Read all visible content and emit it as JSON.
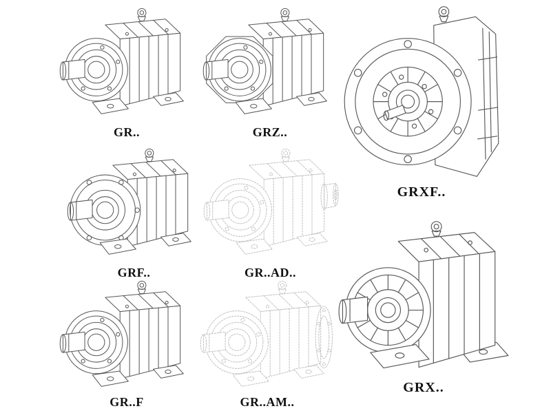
{
  "figures": {
    "gr": {
      "label": "GR..",
      "style": "solid",
      "drawing": "helical-gearmotor-foot-mounted-iso"
    },
    "grz": {
      "label": "GRZ..",
      "style": "solid",
      "drawing": "helical-gearmotor-octagon-flange-iso"
    },
    "grxf": {
      "label": "GRXF..",
      "style": "solid",
      "drawing": "helical-gearmotor-front-flange-view"
    },
    "grf": {
      "label": "GRF..",
      "style": "solid",
      "drawing": "helical-gearmotor-round-flange-iso"
    },
    "grad": {
      "label": "GR..AD..",
      "style": "faded",
      "drawing": "helical-gearmotor-input-adapter-ghost"
    },
    "gr_f": {
      "label": "GR..F",
      "style": "solid",
      "drawing": "helical-gearmotor-foot-mounted-iso"
    },
    "gram": {
      "label": "GR..AM..",
      "style": "faded",
      "drawing": "helical-gearmotor-motor-flange-ghost"
    },
    "grx": {
      "label": "GRX..",
      "style": "solid",
      "drawing": "large-helical-gearmotor-foot-mounted-iso"
    }
  },
  "colors": {
    "line": "#585858",
    "faded_line": "#c2c2c2",
    "background": "#ffffff",
    "label_text": "#111111"
  }
}
